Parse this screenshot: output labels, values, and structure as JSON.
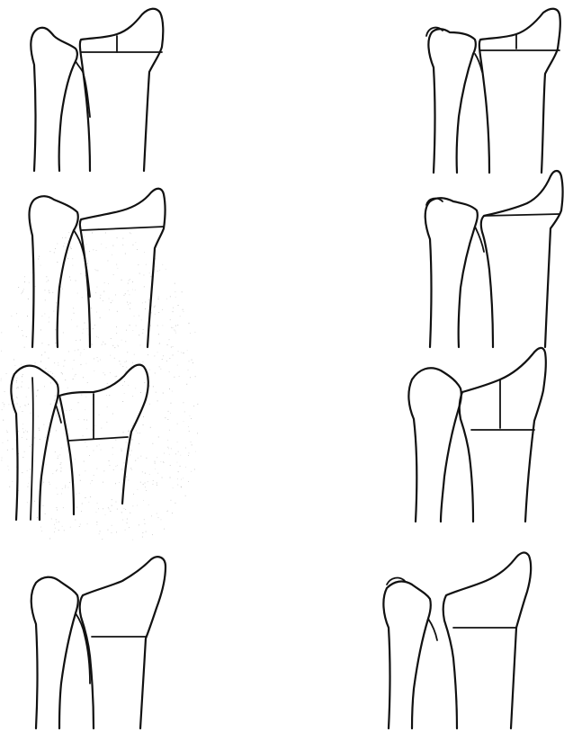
{
  "figure": {
    "panel_count": 8,
    "line_color": "#111111",
    "background_color": "#ffffff",
    "panels": [
      {
        "id": "row1-left",
        "type": "wrist-bone-outline"
      },
      {
        "id": "row1-right",
        "type": "wrist-bone-outline"
      },
      {
        "id": "row2-left",
        "type": "wrist-bone-outline"
      },
      {
        "id": "row2-right",
        "type": "wrist-bone-outline"
      },
      {
        "id": "row3-left",
        "type": "wrist-bone-outline"
      },
      {
        "id": "row3-right",
        "type": "wrist-bone-outline"
      },
      {
        "id": "row4-left",
        "type": "wrist-bone-outline"
      },
      {
        "id": "row4-right",
        "type": "wrist-bone-outline"
      }
    ]
  }
}
